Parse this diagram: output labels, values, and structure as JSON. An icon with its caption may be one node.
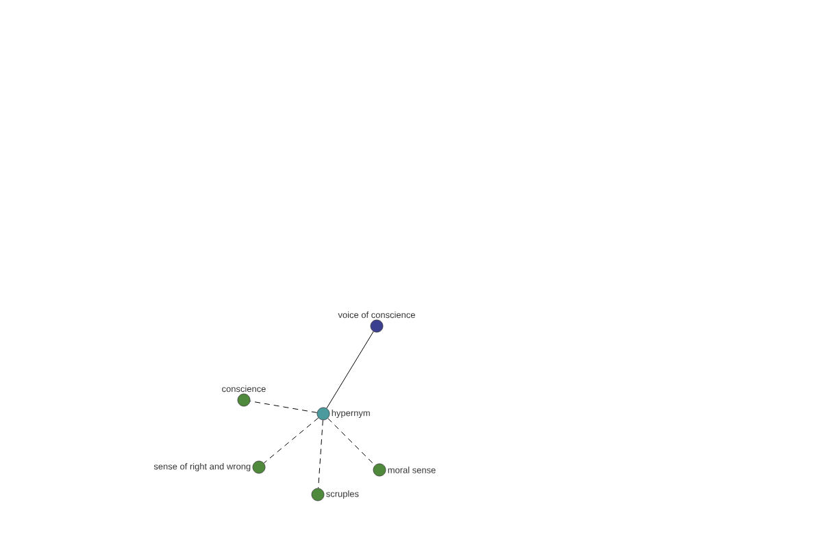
{
  "diagram": {
    "nodes": [
      {
        "text": [
          "voice of conscience"
        ]
      },
      {
        "text": [
          "conscience"
        ]
      },
      {
        "text": [
          "hypernym"
        ]
      },
      {
        "text": [
          "sense of right and wrong"
        ]
      },
      {
        "text": [
          "moral sense"
        ]
      },
      {
        "text": [
          "scruples"
        ]
      }
    ],
    "edges": [
      {
        "from": 2,
        "to": 0,
        "arrow": "none"
      },
      {
        "from": 2,
        "to": 1,
        "arrow": "none",
        "style": "dashed"
      },
      {
        "from": 2,
        "to": 3,
        "arrow": "none",
        "style": "dashed"
      },
      {
        "from": 2,
        "to": 5,
        "arrow": "none",
        "style": "dashed"
      },
      {
        "from": 2,
        "to": 4,
        "arrow": "none",
        "style": "dashed"
      }
    ]
  }
}
